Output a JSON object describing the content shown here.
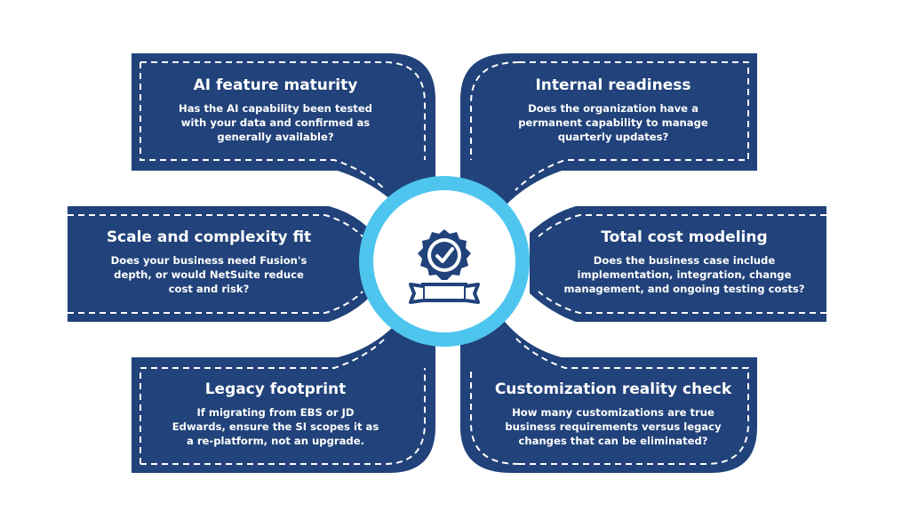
{
  "colors": {
    "card": "#21427a",
    "ring": "#4ec5ee",
    "dash": "#ffffff",
    "text": "#ffffff",
    "background": "#ffffff"
  },
  "center": {
    "icon": "award-badge-checkmark-icon"
  },
  "cards": [
    {
      "id": "ai-feature-maturity",
      "title": "AI feature maturity",
      "lines": [
        "Has the AI capability been tested",
        "with your data and confirmed as",
        "generally available?"
      ]
    },
    {
      "id": "internal-readiness",
      "title": "Internal readiness",
      "lines": [
        "Does the organization have a",
        "permanent capability to manage",
        "quarterly updates?"
      ]
    },
    {
      "id": "scale-and-complexity-fit",
      "title": "Scale and complexity fit",
      "lines": [
        "Does your business need Fusion's",
        "depth, or would NetSuite reduce",
        "cost and risk?"
      ]
    },
    {
      "id": "total-cost-modeling",
      "title": "Total cost modeling",
      "lines": [
        "Does the business case include",
        "implementation, integration, change",
        "management, and ongoing testing costs?"
      ]
    },
    {
      "id": "legacy-footprint",
      "title": "Legacy footprint",
      "lines": [
        "If migrating from EBS or JD",
        "Edwards, ensure the SI scopes it as",
        "a re-platform, not an upgrade."
      ]
    },
    {
      "id": "customization-reality-check",
      "title": "Customization reality check",
      "lines": [
        "How many customizations are true",
        "business requirements versus legacy",
        "changes that can be eliminated?"
      ]
    }
  ]
}
